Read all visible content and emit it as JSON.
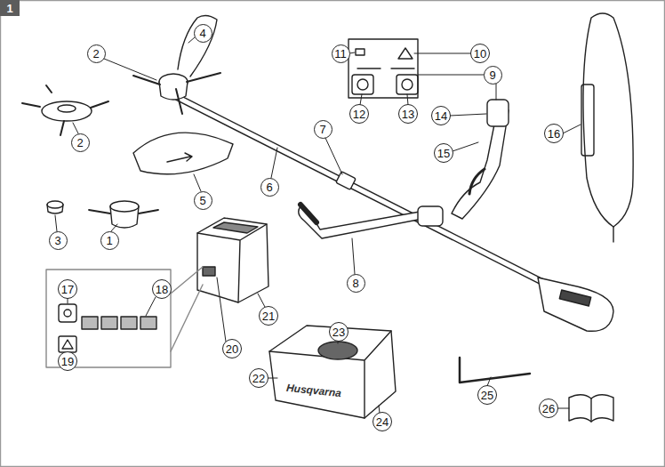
{
  "diagram": {
    "nodes": [
      {
        "text": [
          "1"
        ]
      },
      {
        "text": [
          "1"
        ]
      },
      {
        "text": [
          "2"
        ]
      },
      {
        "text": [
          "2"
        ]
      },
      {
        "text": [
          "3"
        ]
      },
      {
        "text": [
          "4"
        ]
      },
      {
        "text": [
          "5"
        ]
      },
      {
        "text": [
          "6"
        ]
      },
      {
        "text": [
          "7"
        ]
      },
      {
        "text": [
          "8"
        ]
      },
      {
        "text": [
          "9"
        ]
      },
      {
        "text": [
          "10"
        ]
      },
      {
        "text": [
          "11"
        ]
      },
      {
        "text": [
          "12"
        ]
      },
      {
        "text": [
          "13"
        ]
      },
      {
        "text": [
          "14"
        ]
      },
      {
        "text": [
          "15"
        ]
      },
      {
        "text": [
          "16"
        ]
      },
      {
        "text": [
          "17"
        ]
      },
      {
        "text": [
          "18"
        ]
      },
      {
        "text": [
          "19"
        ]
      },
      {
        "text": [
          "20"
        ]
      },
      {
        "text": [
          "21"
        ]
      },
      {
        "text": [
          "22"
        ]
      },
      {
        "text": [
          "23"
        ]
      },
      {
        "text": [
          "24"
        ]
      },
      {
        "text": [
          "25"
        ]
      },
      {
        "text": [
          "26"
        ]
      }
    ],
    "labels": [
      "Husqvarna"
    ]
  }
}
